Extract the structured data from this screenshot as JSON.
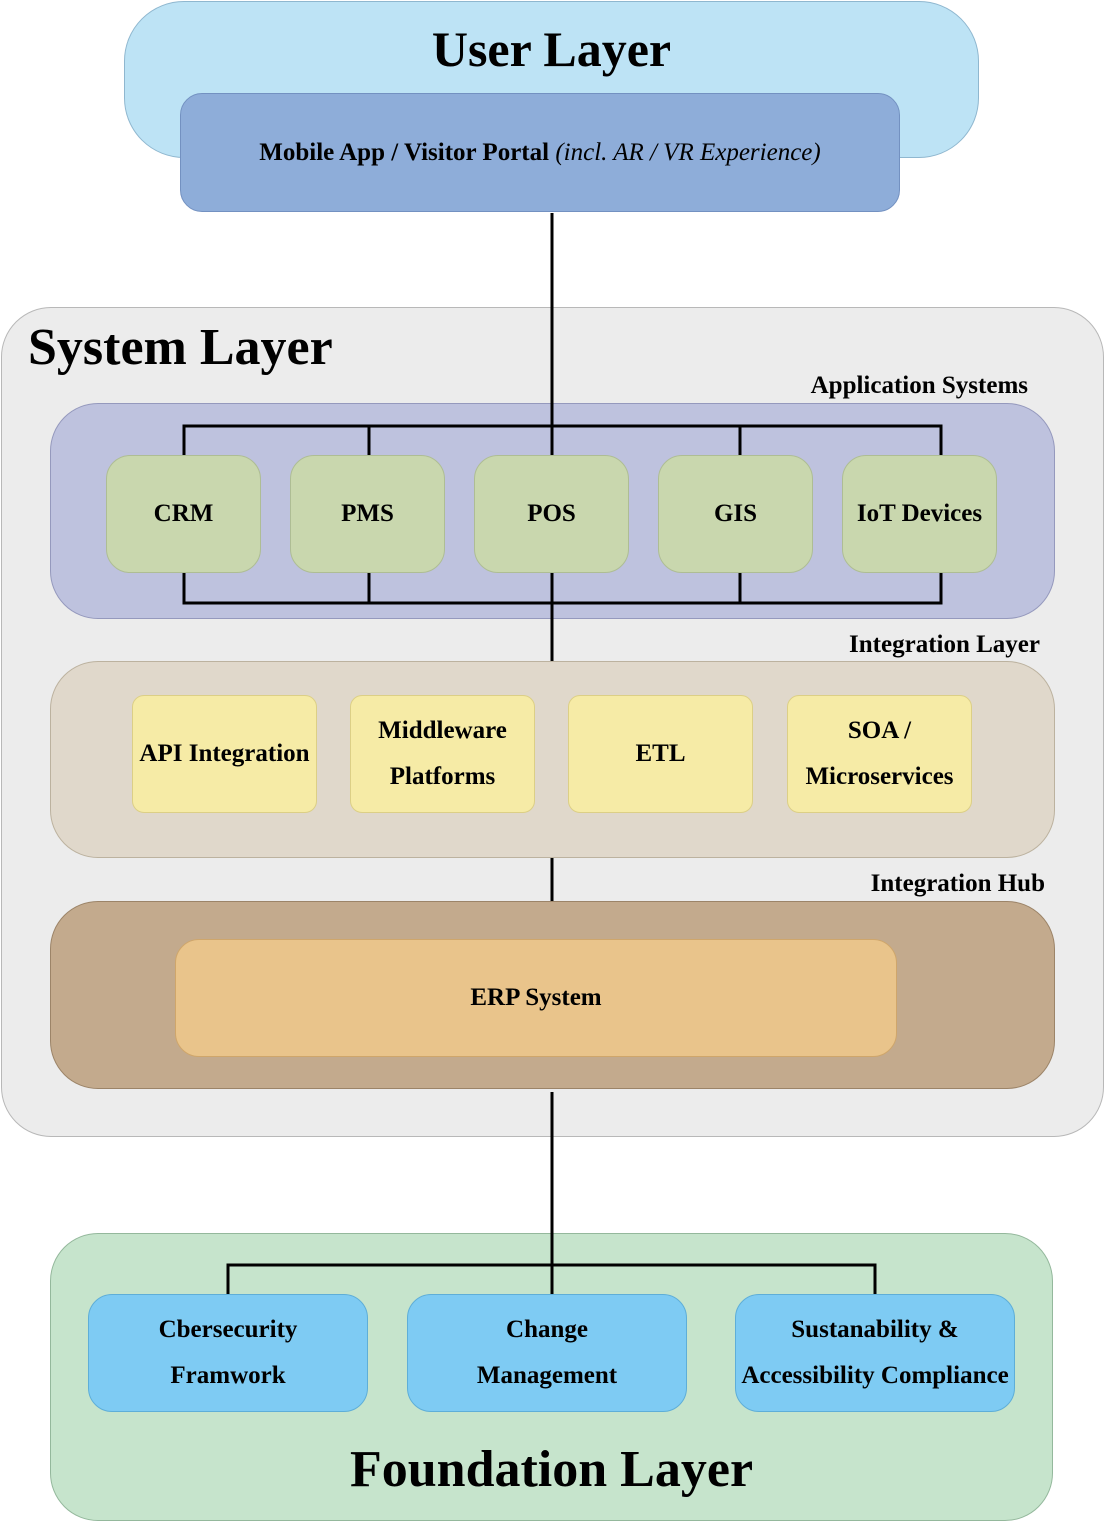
{
  "user_layer": {
    "title": "User Layer",
    "portal_main": "Mobile App / Visitor Portal",
    "portal_note": "(incl. AR / VR Experience)"
  },
  "system_layer": {
    "title": "System Layer",
    "application_systems": {
      "label": "Application Systems",
      "items": [
        "CRM",
        "PMS",
        "POS",
        "GIS",
        "IoT Devices"
      ]
    },
    "integration_layer": {
      "label": "Integration Layer",
      "items": [
        {
          "line1": "API Integration",
          "line2": ""
        },
        {
          "line1": "Middleware",
          "line2": "Platforms"
        },
        {
          "line1": "ETL",
          "line2": ""
        },
        {
          "line1": "SOA /",
          "line2": "Microservices"
        }
      ]
    },
    "integration_hub": {
      "label": "Integration Hub",
      "erp": "ERP System"
    }
  },
  "foundation_layer": {
    "title": "Foundation Layer",
    "items": [
      {
        "line1": "Cbersecurity",
        "line2": "Framwork"
      },
      {
        "line1": "Change",
        "line2": "Management"
      },
      {
        "line1": "Sustanability &",
        "line2": "Accessibility Compliance"
      }
    ]
  }
}
